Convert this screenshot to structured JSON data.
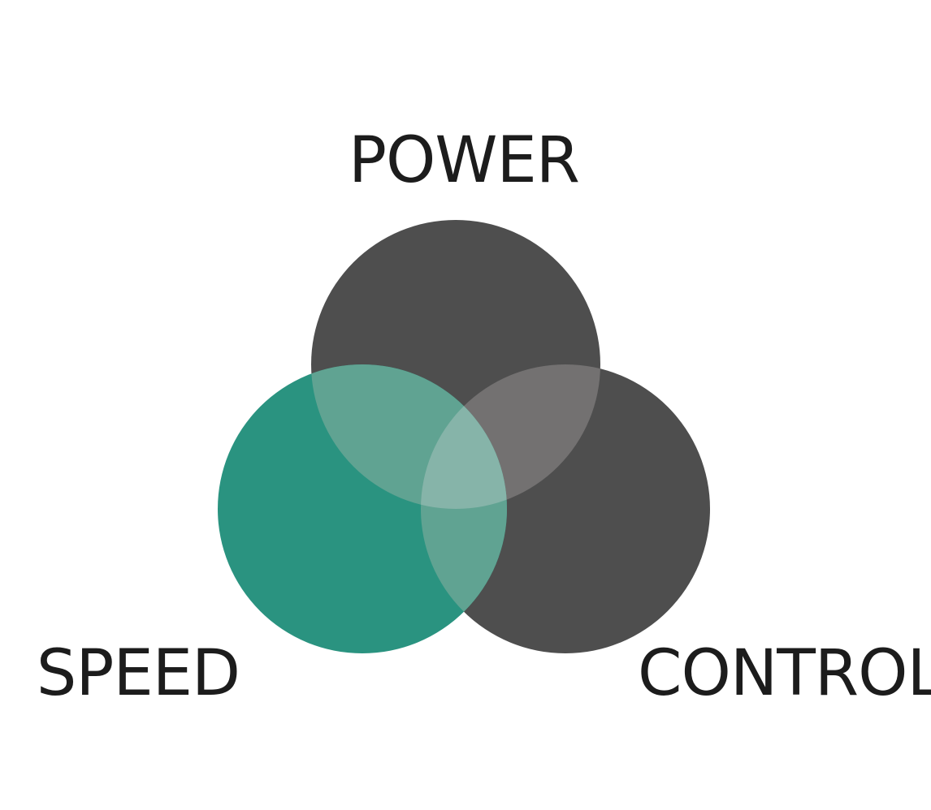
{
  "labels": {
    "power": "POWER",
    "speed": "SPEED",
    "control": "CONTROL"
  },
  "colors": {
    "background": "#ffffff",
    "text": "#1c1c1c",
    "power_circle": "#4e4e4e",
    "control_circle": "#4e4e4e",
    "speed_circle": "#2a9380",
    "power_control_overlap": "#737171",
    "power_speed_overlap": "#60a392",
    "speed_control_overlap": "#60a392",
    "center_overlap": "#86b4a9"
  }
}
